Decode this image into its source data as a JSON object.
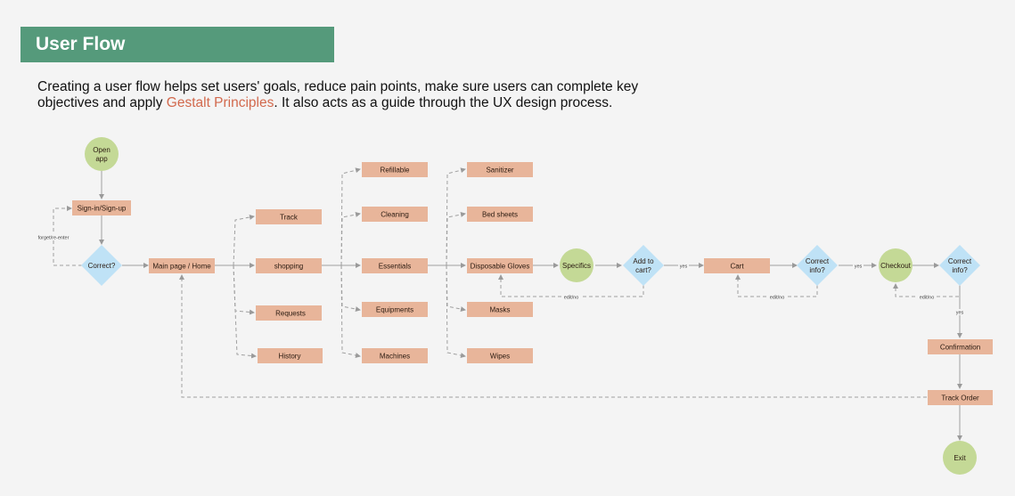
{
  "header": {
    "title": "User Flow"
  },
  "intro": {
    "before": "Creating a user flow helps set users' goals, reduce pain points, make sure users can complete key objectives and apply ",
    "highlight": "Gestalt Principles",
    "after": ". It also acts as a guide through the UX design process."
  },
  "colors": {
    "banner": "#559a7b",
    "highlight": "#d2694d",
    "process": "#e8b59a",
    "decision": "#bfe2f6",
    "terminal": "#c4d996",
    "line": "#a0a0a0"
  },
  "nodes": {
    "open_app": "Open\napp",
    "signin": "Sign-in/Sign-up",
    "correct": "Correct?",
    "main_page": "Main page / Home",
    "track": "Track",
    "shopping": "shopping",
    "requests": "Requests",
    "history": "History",
    "refillable": "Refillable",
    "cleaning": "Cleaning",
    "essentials": "Essentials",
    "equipments": "Equipments",
    "machines": "Machines",
    "sanitizer": "Sanitizer",
    "bed_sheets": "Bed sheets",
    "gloves": "Disposable Gloves",
    "masks": "Masks",
    "wipes": "Wipes",
    "specifics": "Specifics",
    "add_to_cart": "Add to\ncart?",
    "cart": "Cart",
    "correct_info_1": "Correct\ninfo?",
    "checkout": "Checkout",
    "correct_info_2": "Correct\ninfo?",
    "confirmation": "Confirmation",
    "track_order": "Track Order",
    "exit": "Exit"
  },
  "edge_labels": {
    "forget": "forget/re-enter",
    "yes_1": "yes",
    "yes_2": "yes",
    "yes_3": "yes",
    "edit_1": "edit/no",
    "edit_2": "edit/no",
    "edit_3": "edit/no"
  }
}
